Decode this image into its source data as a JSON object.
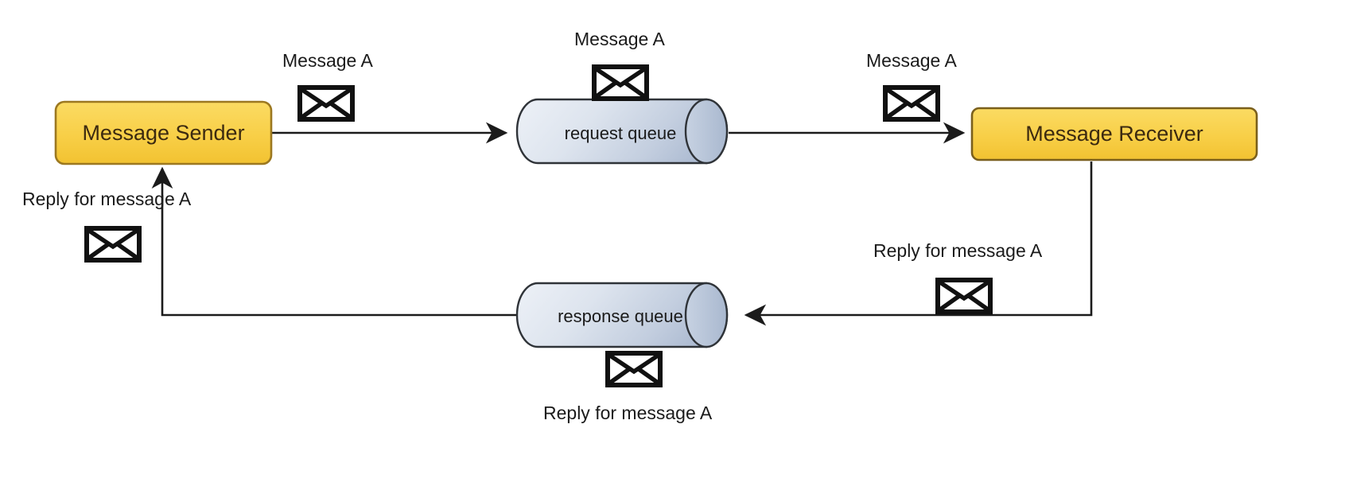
{
  "diagram": {
    "title": "Request-Reply messaging with request and response queues",
    "colors": {
      "endpoint_fill_top": "#FBD95F",
      "endpoint_fill_bottom": "#F3C53A",
      "endpoint_border": "#9C7820",
      "queue_fill_left": "#E8EDF5",
      "queue_fill_right": "#B3C0D6",
      "queue_border": "#2F3338",
      "line": "#1b1b1b",
      "text": "#1b1b1b",
      "endpoint_text": "#3c2a10"
    },
    "nodes": {
      "sender": {
        "label": "Message Sender",
        "shape": "rounded-rect"
      },
      "receiver": {
        "label": "Message Receiver",
        "shape": "rounded-rect"
      },
      "request_queue": {
        "label": "request queue",
        "shape": "cylinder"
      },
      "response_queue": {
        "label": "response queue",
        "shape": "cylinder"
      }
    },
    "labels": {
      "message_a_1": "Message A",
      "message_a_2": "Message A",
      "message_a_3": "Message A",
      "reply_left": "Reply for message A",
      "reply_right": "Reply for message A",
      "reply_bottom": "Reply for message A"
    },
    "icons": {
      "envelope_sender_out": "envelope-icon",
      "envelope_request_queue": "envelope-icon",
      "envelope_receiver_in": "envelope-icon",
      "envelope_reply_left": "envelope-icon",
      "envelope_reply_right": "envelope-icon",
      "envelope_reply_bottom": "envelope-icon"
    },
    "flows": [
      {
        "from": "Message Sender",
        "to": "request queue",
        "payload": "Message A"
      },
      {
        "from": "request queue",
        "to": "Message Receiver",
        "payload": "Message A"
      },
      {
        "from": "Message Receiver",
        "to": "response queue",
        "payload": "Reply for message A"
      },
      {
        "from": "response queue",
        "to": "Message Sender",
        "payload": "Reply for message A"
      }
    ]
  }
}
